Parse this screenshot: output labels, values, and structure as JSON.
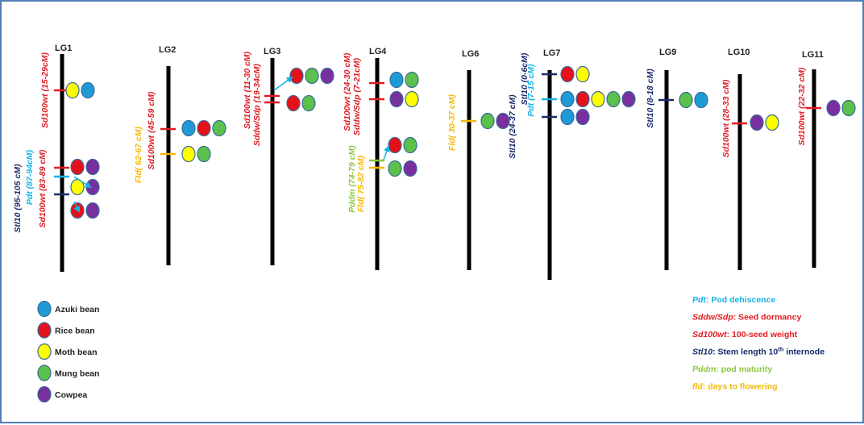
{
  "colors": {
    "azuki": "#1f9ad6",
    "rice": "#e5111a",
    "moth": "#ffff00",
    "mung": "#5cc04c",
    "cowpea": "#7a2f9f",
    "sd100wt": "#e11b22",
    "sddw": "#e11b22",
    "pdt": "#13b4e6",
    "stl10": "#1b2a6b",
    "pddm": "#8cc63f",
    "fld": "#f5b800",
    "axis": "#000000",
    "frame": "#4f7fb5"
  },
  "linkage_groups": [
    {
      "id": "lg1",
      "name": "LG1",
      "qtls": [
        {
          "trait": "sd100wt",
          "label": "Sd100wt (15-29cM)",
          "species": [
            "moth",
            "azuki"
          ]
        },
        {
          "trait": "sd100wt",
          "label": "Sd100wt (83-89 cM)",
          "species": [
            "rice",
            "cowpea"
          ]
        },
        {
          "trait": "pdt",
          "label": "Pdt (87-94cM)",
          "species": [
            "moth",
            "cowpea"
          ]
        },
        {
          "trait": "stl10",
          "label": "Stl10 (95-105 cM)",
          "species": [
            "rice",
            "cowpea"
          ]
        }
      ]
    },
    {
      "id": "lg2",
      "name": "LG2",
      "qtls": [
        {
          "trait": "sd100wt",
          "label": "Sd100wt (45-59 cM)",
          "species": [
            "azuki",
            "rice",
            "mung"
          ]
        },
        {
          "trait": "fld",
          "label": "Fld( 62-67 cM)",
          "species": [
            "moth",
            "mung"
          ]
        }
      ]
    },
    {
      "id": "lg3",
      "name": "LG3",
      "qtls": [
        {
          "trait": "sd100wt",
          "label": "Sd100wt (11-30 cM)",
          "species": [
            "rice",
            "mung",
            "cowpea"
          ]
        },
        {
          "trait": "sddw",
          "label": "Sddw/Sdp (19-34cM)",
          "species": [
            "rice",
            "mung"
          ]
        }
      ]
    },
    {
      "id": "lg4",
      "name": "LG4",
      "qtls": [
        {
          "trait": "sddw",
          "label": "Sddw/Sdp (7-21cM)",
          "species": [
            "azuki",
            "mung"
          ]
        },
        {
          "trait": "sd100wt",
          "label": "Sd100wt (24-30 cM)",
          "species": [
            "cowpea",
            "moth"
          ]
        },
        {
          "trait": "pddm",
          "label": "Pddm (74-79 cM)",
          "species": [
            "rice",
            "mung"
          ]
        },
        {
          "trait": "fld",
          "label": "Fld( 75-82 cM)",
          "species": [
            "mung",
            "cowpea"
          ]
        }
      ]
    },
    {
      "id": "lg6",
      "name": "LG6",
      "qtls": [
        {
          "trait": "fld",
          "label": "Fld( 30-37 cM)",
          "species": [
            "mung",
            "cowpea"
          ]
        }
      ]
    },
    {
      "id": "lg7",
      "name": "LG7",
      "qtls": [
        {
          "trait": "stl10",
          "label": "Stl10 (0-6cM)",
          "species": [
            "rice",
            "moth"
          ]
        },
        {
          "trait": "pdt",
          "label": "Pdt (7-15 cM)",
          "species": [
            "azuki",
            "rice",
            "moth",
            "mung",
            "cowpea"
          ]
        },
        {
          "trait": "stl10",
          "label": "Stl10 (24-37 cM)",
          "species": [
            "azuki",
            "cowpea"
          ]
        }
      ]
    },
    {
      "id": "lg9",
      "name": "LG9",
      "qtls": [
        {
          "trait": "stl10",
          "label": "Stl10 (8-18 cM)",
          "species": [
            "mung",
            "azuki"
          ]
        }
      ]
    },
    {
      "id": "lg10",
      "name": "LG10",
      "qtls": [
        {
          "trait": "sd100wt",
          "label": "Sd100wt (28-33 cM)",
          "species": [
            "cowpea",
            "moth"
          ]
        }
      ]
    },
    {
      "id": "lg11",
      "name": "LG11",
      "qtls": [
        {
          "trait": "sd100wt",
          "label": "Sd100wt (22-32 cM)",
          "species": [
            "cowpea",
            "mung"
          ]
        }
      ]
    }
  ],
  "species_legend": [
    {
      "id": "azuki",
      "label": "Azuki bean"
    },
    {
      "id": "rice",
      "label": "Rice bean"
    },
    {
      "id": "moth",
      "label": "Moth bean"
    },
    {
      "id": "mung",
      "label": "Mung bean"
    },
    {
      "id": "cowpea",
      "label": "Cowpea"
    }
  ],
  "trait_key": [
    {
      "trait": "pdt",
      "abbr": "Pdt",
      "desc": ": Pod dehiscence"
    },
    {
      "trait": "sddw",
      "abbr": "Sddw/Sdp",
      "desc": ": Seed dormancy"
    },
    {
      "trait": "sd100wt",
      "abbr": "Sd100wt",
      "desc": ": 100-seed weight"
    },
    {
      "trait": "stl10",
      "abbr": "Stl10",
      "desc": ": Stem length 10",
      "sup": "th",
      "desc2": " internode"
    },
    {
      "trait": "pddm",
      "abbr": "Pddm",
      "desc": ": pod maturity"
    },
    {
      "trait": "fld",
      "abbr": "fld",
      "desc": ": days to flowering"
    }
  ]
}
